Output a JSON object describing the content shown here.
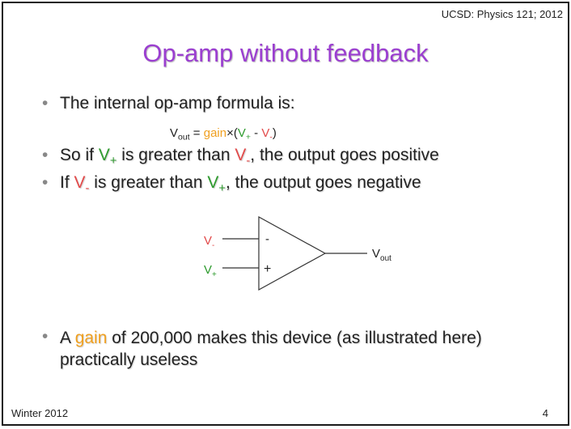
{
  "header": {
    "tag": "UCSD: Physics 121; 2012"
  },
  "title": "Op-amp without feedback",
  "bullets": {
    "b1": "The internal op-amp formula is:",
    "formula": {
      "v": "V",
      "out": "out",
      "eq": " = ",
      "gain": "gain",
      "times": "×(",
      "plus": "+",
      "minus_sign": " - ",
      "minus": "-",
      "close": ")"
    },
    "b2": {
      "p1": "So if ",
      "p2": " is greater than ",
      "p3": ", the output goes positive"
    },
    "b3": {
      "p1": "If ",
      "p2": " is greater than ",
      "p3": ", the output goes negative"
    },
    "b4": {
      "p1": "A ",
      "gain": "gain",
      "p2": " of 200,000 makes this device (as illustrated here) practically useless"
    }
  },
  "diagram": {
    "minus_input_label": "V",
    "minus_sub": "-",
    "plus_input_label": "V",
    "plus_sub": "+",
    "minus_terminal": "-",
    "plus_terminal": "+",
    "output_label": "V",
    "output_sub": "out"
  },
  "footer": {
    "left": "Winter 2012",
    "right": "4"
  },
  "colors": {
    "title": "#9b3fd0",
    "green": "#2e9b2e",
    "red": "#e24a4a",
    "orange": "#f0a020"
  }
}
